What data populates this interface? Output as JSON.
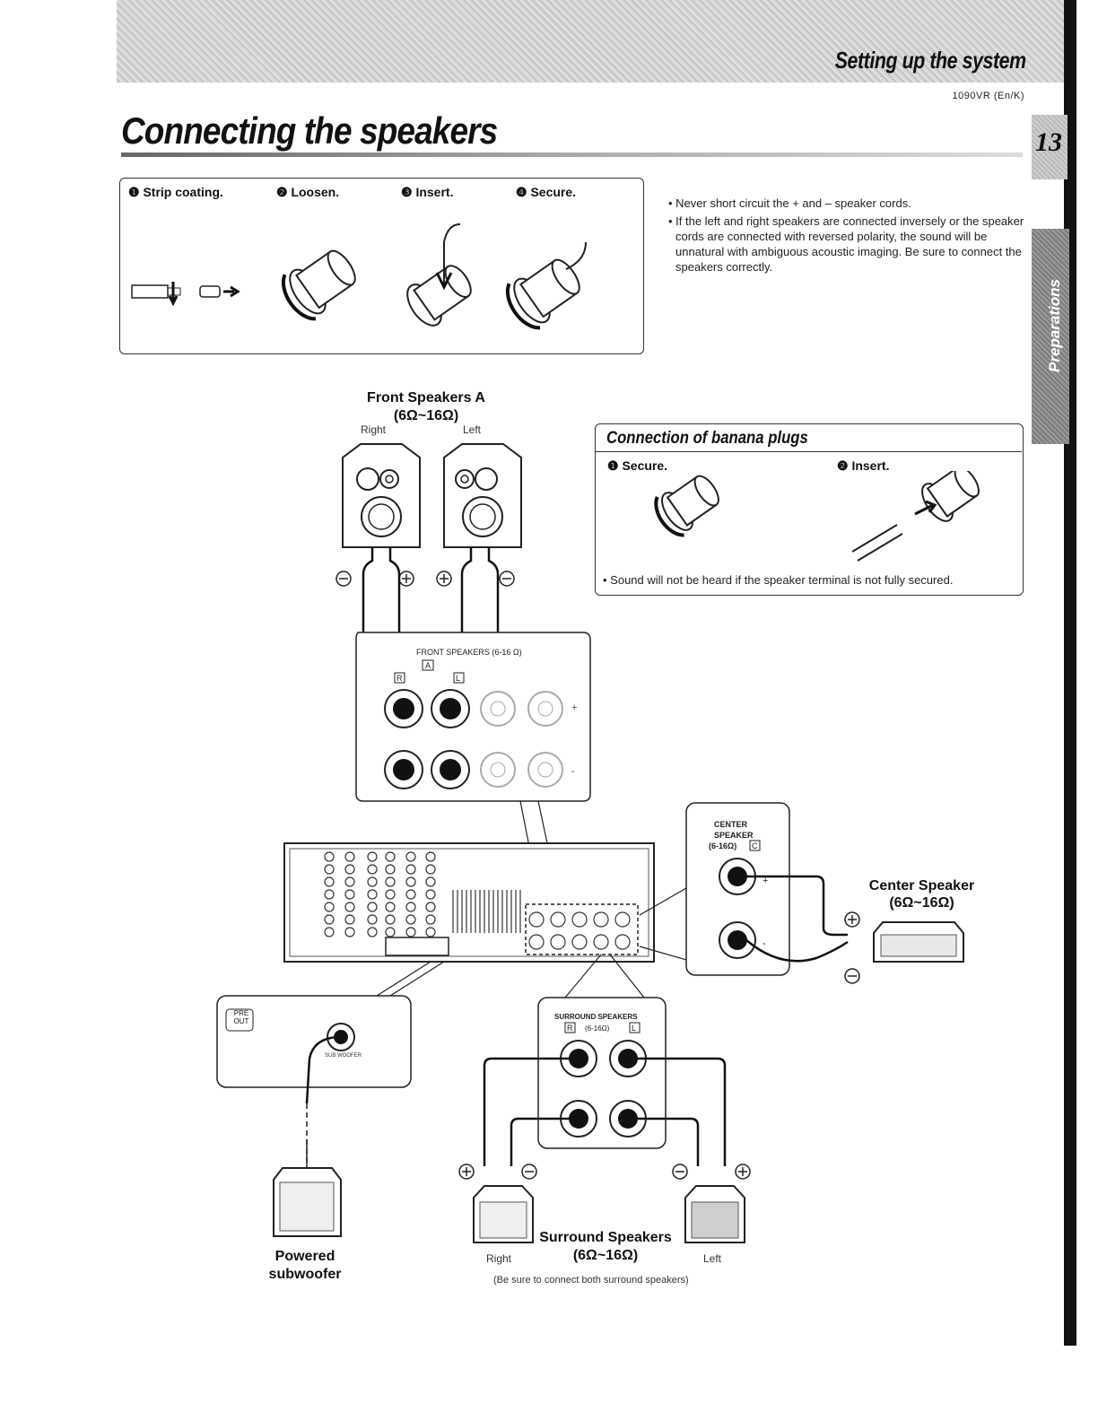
{
  "header": {
    "section": "Setting up the system",
    "model": "1090VR (En/K)",
    "page_number": "13",
    "side_tab": "Preparations"
  },
  "title": "Connecting the speakers",
  "steps": [
    {
      "label": "❶ Strip coating."
    },
    {
      "label": "❷ Loosen."
    },
    {
      "label": "❸ Insert."
    },
    {
      "label": "❹ Secure."
    }
  ],
  "notes": [
    "• Never short circuit the + and – speaker cords.",
    "• If the left and right speakers are connected inversely or the speaker cords are connected with reversed polarity, the sound will be unnatural with ambiguous acoustic imaging. Be sure to connect the speakers correctly."
  ],
  "banana": {
    "title": "Connection of banana plugs",
    "step1": "❶ Secure.",
    "step2": "❷ Insert.",
    "note": "• Sound will not be heard if the speaker terminal is not fully secured."
  },
  "front": {
    "title": "Front Speakers A",
    "impedance": "(6Ω~16Ω)",
    "right": "Right",
    "left": "Left",
    "panel_label": "FRONT SPEAKERS (6-16 Ω)",
    "a_mark": "A",
    "r_mark": "R",
    "l_mark": "L"
  },
  "center": {
    "panel_label_1": "CENTER",
    "panel_label_2": "SPEAKER",
    "panel_label_3": "(6-16Ω)",
    "c_mark": "C",
    "title": "Center Speaker",
    "impedance": "(6Ω~16Ω)"
  },
  "subwoofer": {
    "pre_out": "PRE OUT",
    "jack_label": "SUB WOOFER",
    "title_1": "Powered",
    "title_2": "subwoofer"
  },
  "surround": {
    "panel_label": "SURROUND SPEAKERS",
    "panel_imp": "(6-16Ω)",
    "r_mark": "R",
    "l_mark": "L",
    "title": "Surround Speakers",
    "impedance": "(6Ω~16Ω)",
    "right": "Right",
    "left": "Left",
    "note": "(Be sure to connect both surround speakers)"
  }
}
